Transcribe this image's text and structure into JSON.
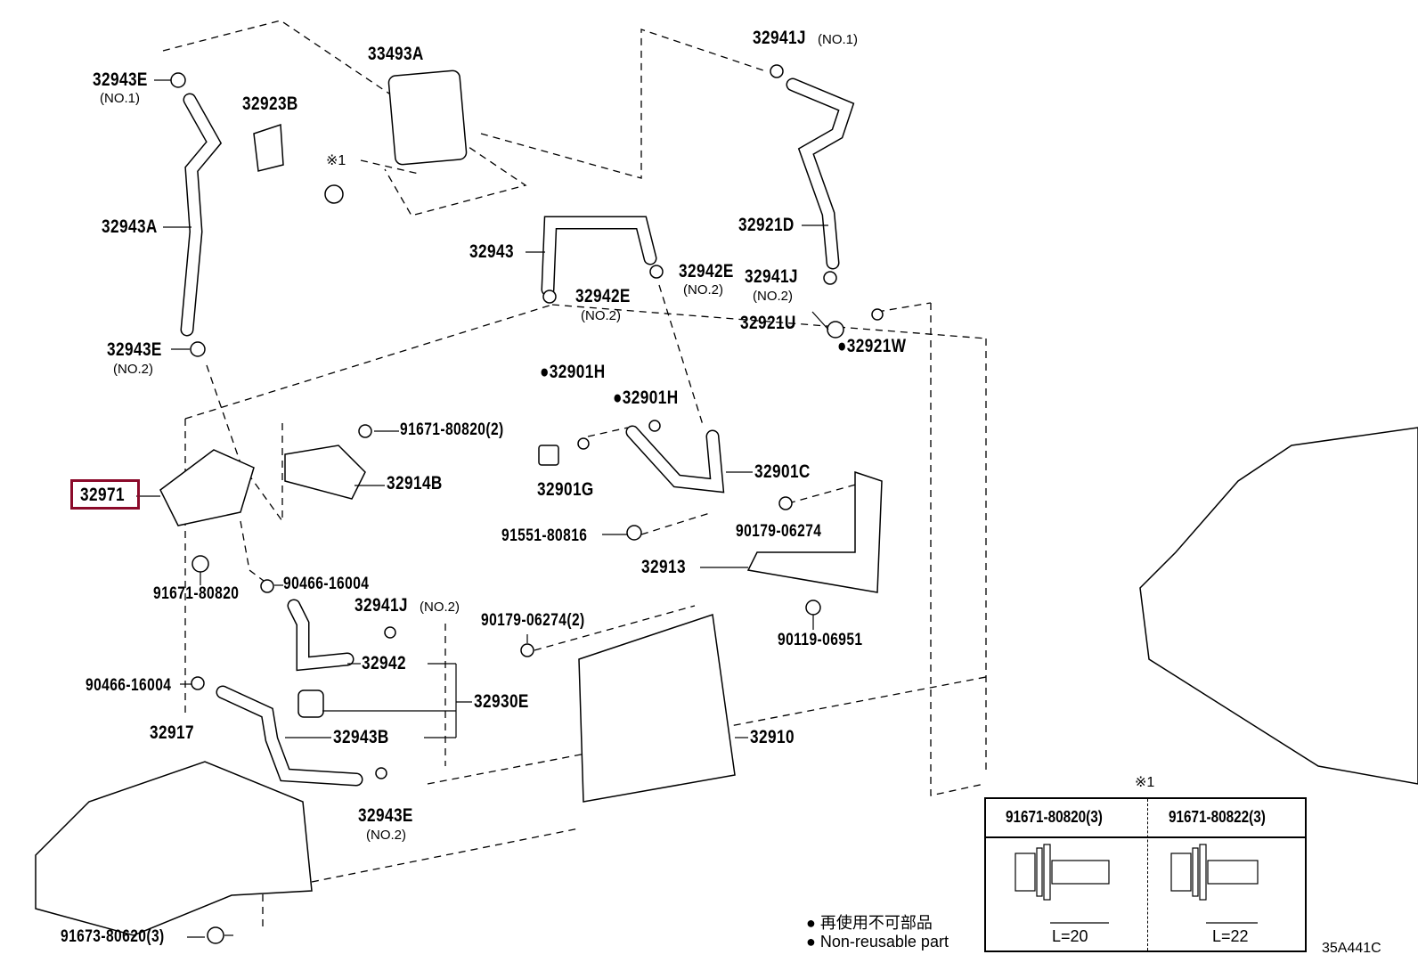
{
  "diagram_code": "35A441C",
  "highlight_color": "#8b0a2a",
  "parts": [
    {
      "id": "32943E",
      "note": "(NO.1)"
    },
    {
      "id": "32923B"
    },
    {
      "id": "33493A"
    },
    {
      "id": "32943A"
    },
    {
      "id": "32943"
    },
    {
      "id": "32941J",
      "note": "(NO.1)"
    },
    {
      "id": "32921D"
    },
    {
      "id": "32942E",
      "note": "(NO.2)"
    },
    {
      "id": "32941J",
      "note": "(NO.2)"
    },
    {
      "id": "32942E",
      "note": "(NO.2)"
    },
    {
      "id": "32921U"
    },
    {
      "id": "●32921W"
    },
    {
      "id": "32943E",
      "note": "(NO.2)"
    },
    {
      "id": "●32901H"
    },
    {
      "id": "●32901H"
    },
    {
      "id": "91671-80820(2)"
    },
    {
      "id": "32901C"
    },
    {
      "id": "32971",
      "highlighted": true
    },
    {
      "id": "32914B"
    },
    {
      "id": "32901G"
    },
    {
      "id": "91551-80816"
    },
    {
      "id": "90179-06274"
    },
    {
      "id": "32913"
    },
    {
      "id": "91671-80820"
    },
    {
      "id": "90466-16004"
    },
    {
      "id": "32941J",
      "note": "(NO.2)"
    },
    {
      "id": "90179-06274(2)"
    },
    {
      "id": "90119-06951"
    },
    {
      "id": "32942"
    },
    {
      "id": "90466-16004"
    },
    {
      "id": "32930E"
    },
    {
      "id": "32917"
    },
    {
      "id": "32943B"
    },
    {
      "id": "32910"
    },
    {
      "id": "32943E",
      "note": "(NO.2)"
    },
    {
      "id": "91673-80620(3)"
    }
  ],
  "bolt_marker": "※1",
  "table_marker": "※1",
  "bolt_table": {
    "columns": [
      {
        "part": "91671-80820(3)",
        "length": "L=20"
      },
      {
        "part": "91671-80822(3)",
        "length": "L=22"
      }
    ]
  },
  "legend": {
    "jp": "● 再使用不可部品",
    "en": "● Non-reusable part"
  }
}
